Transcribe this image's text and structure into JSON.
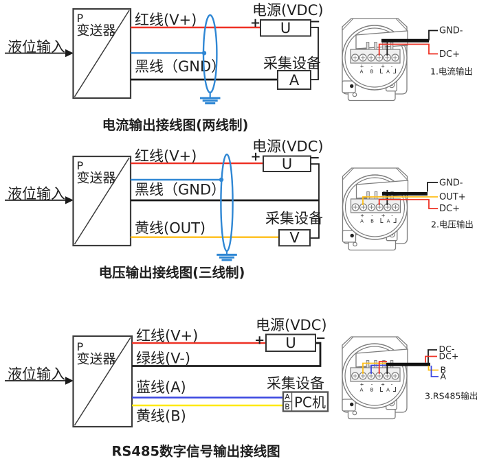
{
  "palette": {
    "red": "#ee3124",
    "shield_blue": "#2f87d4",
    "gold": "#ffbe17",
    "bright_yellow": "#ffe900",
    "rs_blue": "#3a46e0",
    "black": "#1a1a1a",
    "housing_gray": "#7d7d7d"
  },
  "terminal": {
    "marks": [
      "+",
      "-",
      "+",
      "-"
    ],
    "letters": [
      "A",
      "B",
      "A"
    ]
  },
  "sections": [
    {
      "input_label": "液位输入",
      "transmitter": {
        "p": "P",
        "name": "变送器"
      },
      "wire_labels": {
        "red": "红线(V+)",
        "black": "黑线（GND）"
      },
      "power": {
        "title": "电源(VDC)",
        "unit": "U",
        "plus": "+",
        "minus": "−"
      },
      "collector": {
        "title": "采集设备",
        "unit": "A"
      },
      "caption": "电流输出接线图(两线制)",
      "housing": {
        "leads": [
          {
            "label": "GND-"
          },
          {
            "label": "DC+"
          }
        ],
        "note": "1.电流输出"
      }
    },
    {
      "input_label": "液位输入",
      "transmitter": {
        "p": "P",
        "name": "变送器"
      },
      "wire_labels": {
        "red": "红线(V+)",
        "black": "黑线（GND）",
        "yellow": "黄线(OUT)"
      },
      "power": {
        "title": "电源(VDC)",
        "unit": "U",
        "plus": "+",
        "minus": "−"
      },
      "collector": {
        "title": "采集设备",
        "unit": "V"
      },
      "caption": "电压输出接线图(三线制)",
      "housing": {
        "leads": [
          {
            "label": "GND-"
          },
          {
            "label": "OUT+"
          },
          {
            "label": "DC+"
          }
        ],
        "note": "2.电压输出"
      }
    },
    {
      "input_label": "液位输入",
      "transmitter": {
        "p": "P",
        "name": "变送器"
      },
      "wire_labels": {
        "red": "红线(V+)",
        "green": "绿线(V-)",
        "blue": "蓝线(A)",
        "yellow": "黄线(B)"
      },
      "power": {
        "title": "电源(VDC)",
        "unit": "U",
        "plus": "+",
        "minus": "−"
      },
      "collector": {
        "title": "采集设备",
        "unit": "PC机",
        "port_a": "A",
        "port_b": "B"
      },
      "caption": "RS485数字信号输出接线图",
      "housing": {
        "leads": [
          {
            "label": "DC-"
          },
          {
            "label": "DC+"
          },
          {
            "label": "B"
          },
          {
            "label": "A"
          }
        ],
        "note": "3.RS485输出"
      }
    }
  ]
}
